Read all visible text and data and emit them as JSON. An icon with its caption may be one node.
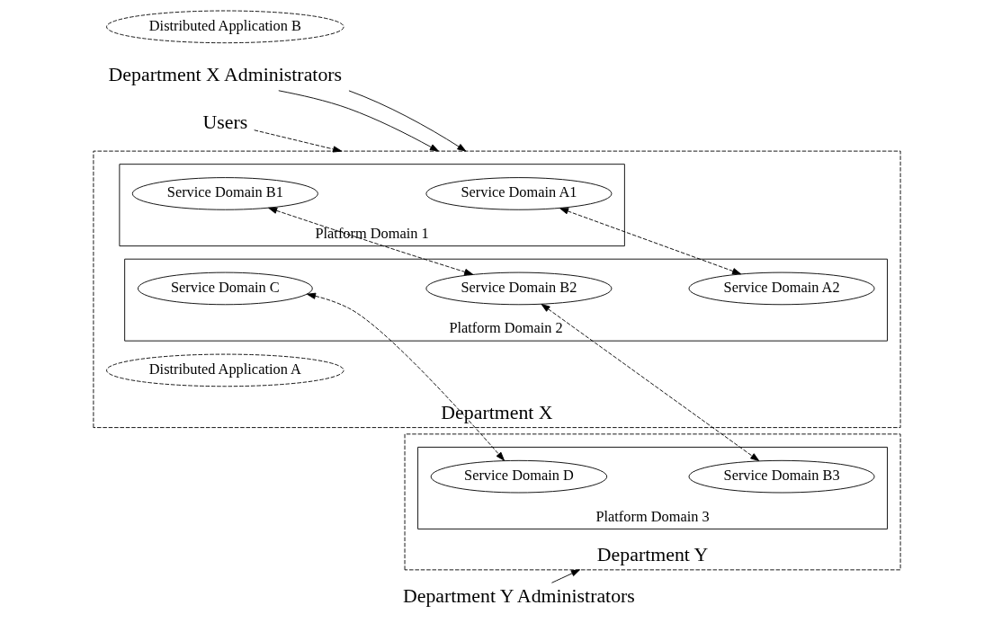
{
  "diagram": {
    "nodes": [
      {
        "text": [
          "Department X Administrators"
        ]
      },
      {
        "text": [
          "Department Y Administrators"
        ]
      },
      {
        "text": [
          "Users"
        ]
      },
      {
        "text": [
          "Department X"
        ]
      },
      {
        "text": [
          "Platform Domain 1"
        ],
        "in": 3
      },
      {
        "text": [
          "Platform Domain 2"
        ],
        "in": 3
      },
      {
        "text": [
          "Distributed Application A"
        ],
        "in": 3
      },
      {
        "text": [
          "Service Domain A1"
        ],
        "in": 4
      },
      {
        "text": [
          "Service Domain A2"
        ],
        "in": 5
      },
      {
        "text": [
          "Distributed Application B"
        ]
      },
      {
        "text": [
          "Service Domain B1"
        ],
        "in": 4
      },
      {
        "text": [
          "Service Domain B2"
        ],
        "in": 5
      },
      {
        "text": [
          "Service Domain C"
        ],
        "in": 5
      },
      {
        "text": [
          "Department Y"
        ]
      },
      {
        "text": [
          "Platform Domain 3"
        ],
        "in": 13
      },
      {
        "text": [
          "Service Domain B3"
        ],
        "in": 14
      },
      {
        "text": [
          "Service Domain D"
        ],
        "in": 14
      }
    ],
    "edges": [
      {
        "from": 0,
        "to": 3,
        "arrow": "to"
      },
      {
        "from": 0,
        "to": 3,
        "arrow": "to"
      },
      {
        "from": 1,
        "to": 13,
        "arrow": "to"
      },
      {
        "from": 2,
        "to": 3,
        "arrow": "to",
        "style": "dashed"
      },
      {
        "from": 7,
        "to": 8,
        "arrow": "both",
        "style": "dashed"
      },
      {
        "from": 10,
        "to": 11,
        "arrow": "both",
        "style": "dashed"
      },
      {
        "from": 11,
        "to": 15,
        "arrow": "both",
        "style": "dashed"
      },
      {
        "from": 12,
        "to": 16,
        "arrow": "both",
        "style": "dashed"
      }
    ]
  }
}
